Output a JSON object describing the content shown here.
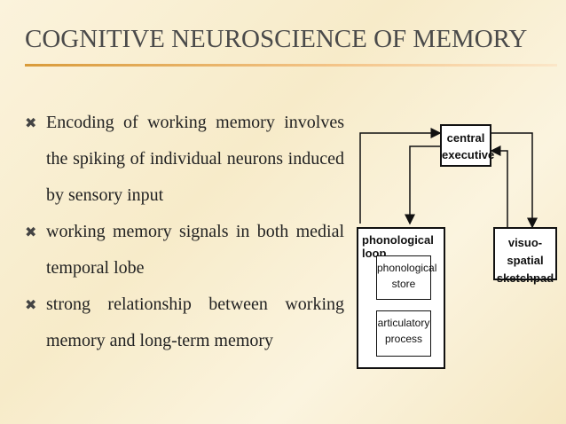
{
  "slide": {
    "title": "COGNITIVE NEUROSCIENCE OF MEMORY"
  },
  "bullets": [
    {
      "text": "Encoding of working memory involves the spiking of individual neurons induced by sensory input"
    },
    {
      "text": "working memory signals in both medial temporal lobe"
    },
    {
      "text": "strong relationship between working memory and long-term memory"
    }
  ],
  "diagram": {
    "central_line1": "central",
    "central_line2": "executive",
    "phonological_loop": "phonological loop",
    "store_line1": "phonological",
    "store_line2": "store",
    "artic_line1": "articulatory",
    "artic_line2": "process",
    "visuo_line1": "visuo-spatial",
    "visuo_line2": "sketchpad"
  },
  "colors": {
    "accent_rule": "#d99b3a",
    "title": "#4a4a4a"
  },
  "icons": {
    "bullet": "x-mark-icon"
  }
}
